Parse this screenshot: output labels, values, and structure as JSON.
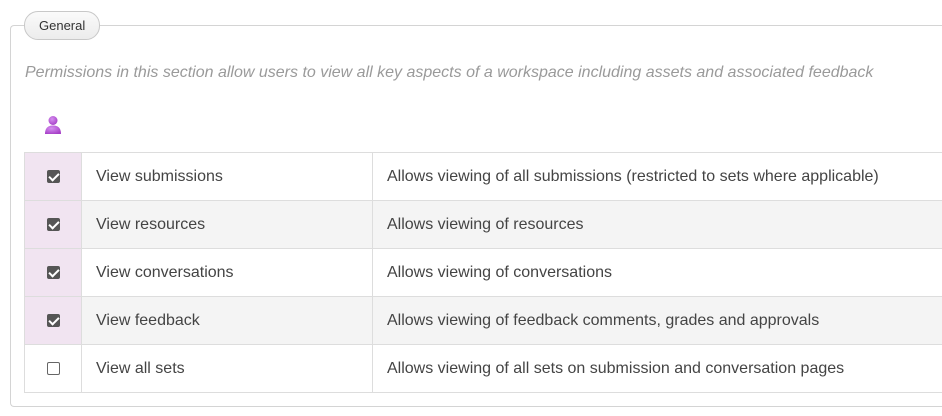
{
  "section": {
    "legend": "General",
    "description": "Permissions in this section allow users to view all key aspects of a workspace including assets and associated feedback"
  },
  "role_icon": {
    "icon": "user-icon",
    "color": "#a63fc7"
  },
  "permissions": [
    {
      "name": "View submissions",
      "description": "Allows viewing of all submissions (restricted to sets where applicable)",
      "checked": true
    },
    {
      "name": "View resources",
      "description": "Allows viewing of resources",
      "checked": true
    },
    {
      "name": "View conversations",
      "description": "Allows viewing of conversations",
      "checked": true
    },
    {
      "name": "View feedback",
      "description": "Allows viewing of feedback comments, grades and approvals",
      "checked": true
    },
    {
      "name": "View all sets",
      "description": "Allows viewing of all sets on submission and conversation pages",
      "checked": false
    }
  ]
}
